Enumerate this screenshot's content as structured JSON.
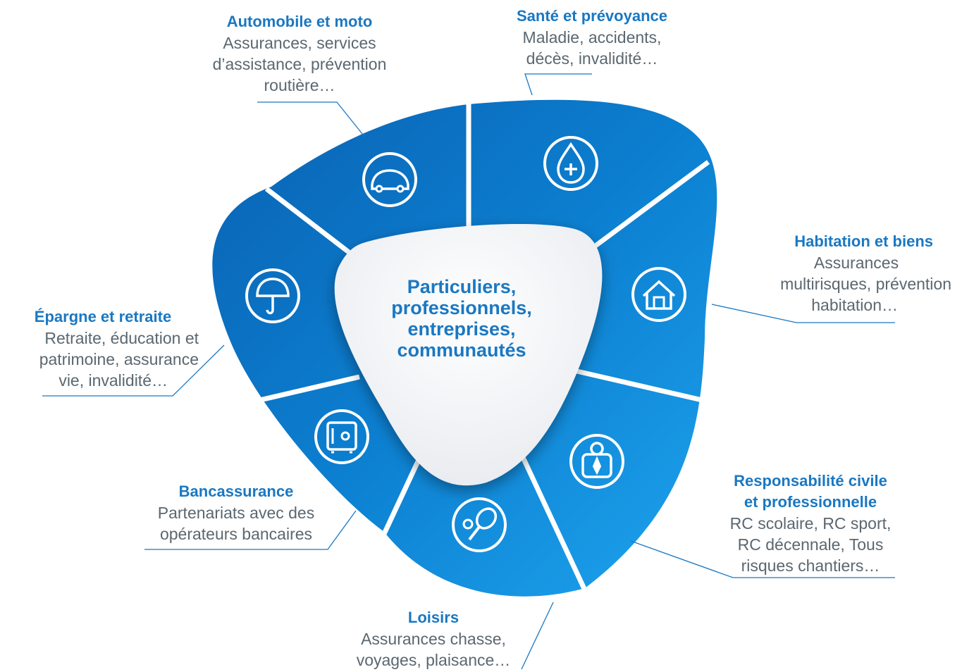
{
  "center": {
    "lines": [
      "Particuliers,",
      "professionnels,",
      "entreprises,",
      "communautés"
    ]
  },
  "segments": {
    "auto": {
      "title": "Automobile et moto",
      "lines": [
        "Assurances, services",
        "d’assistance, prévention",
        "routière…"
      ],
      "icon": "car-icon"
    },
    "sante": {
      "title": "Santé et prévoyance",
      "lines": [
        "Maladie, accidents,",
        "décès, invalidité…"
      ],
      "icon": "drop-plus-icon"
    },
    "habitation": {
      "title": "Habitation et biens",
      "lines": [
        "Assurances",
        "multirisques, prévention",
        "habitation…"
      ],
      "icon": "house-icon"
    },
    "responsabilite": {
      "title_lines": [
        "Responsabilité civile",
        "et professionnelle"
      ],
      "lines": [
        "RC scolaire, RC sport,",
        "RC décennale, Tous",
        "risques chantiers…"
      ],
      "icon": "person-tie-icon"
    },
    "loisirs": {
      "title": "Loisirs",
      "lines": [
        "Assurances chasse,",
        "voyages, plaisance…"
      ],
      "icon": "tennis-racket-icon"
    },
    "bancassurance": {
      "title": "Bancassurance",
      "lines": [
        "Partenariats avec des",
        "opérateurs bancaires"
      ],
      "icon": "safe-icon"
    },
    "epargne": {
      "title": "Épargne et retraite",
      "lines": [
        "Retraite, éducation et",
        "patrimoine, assurance",
        "vie, invalidité…"
      ],
      "icon": "umbrella-icon"
    }
  },
  "colors": {
    "dark_blue": "#0a6cbd",
    "mid_blue": "#0f86d6",
    "light_blue": "#1c9ce8",
    "title_blue": "#1a78c2",
    "text_gray": "#5b6770",
    "center_fill": "#f4f5f7"
  }
}
